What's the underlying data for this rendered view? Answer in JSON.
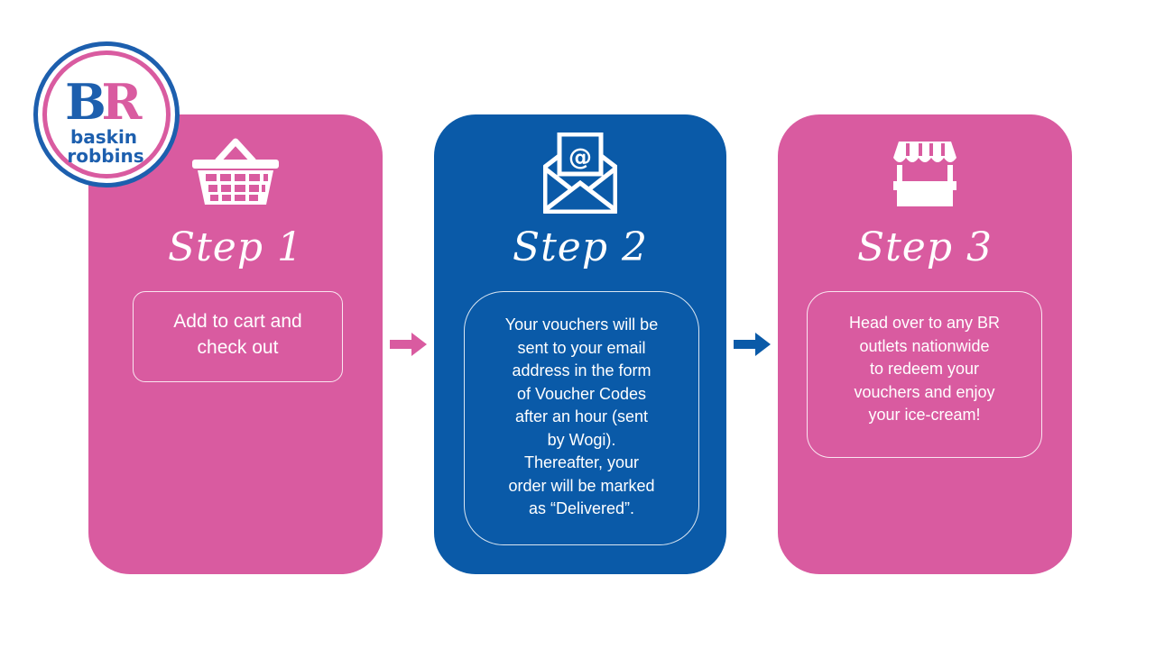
{
  "logo": {
    "monogram": "BR",
    "line1": "baskin",
    "line2": "robbins",
    "colors": {
      "ring": "#1d5fae",
      "pink": "#d95ba0",
      "white": "#ffffff"
    }
  },
  "steps": [
    {
      "title": "Step 1",
      "icon": "shopping-basket-icon",
      "description": "Add to cart and\ncheck out",
      "color": "#d95ba0"
    },
    {
      "title": "Step 2",
      "icon": "email-envelope-icon",
      "description": "Your vouchers will be\nsent to your email\naddress in the form\nof Voucher Codes\nafter an hour (sent\nby Wogi).\nThereafter, your\norder will be marked\nas “Delivered”.",
      "color": "#0a5aa8"
    },
    {
      "title": "Step 3",
      "icon": "storefront-icon",
      "description": "Head over to any BR\noutlets nationwide\nto redeem your\nvouchers and enjoy\nyour ice-cream!",
      "color": "#d95ba0"
    }
  ],
  "arrows": [
    {
      "icon": "right-arrow-icon",
      "color": "#d95ba0"
    },
    {
      "icon": "right-arrow-icon",
      "color": "#0a5aa8"
    }
  ]
}
